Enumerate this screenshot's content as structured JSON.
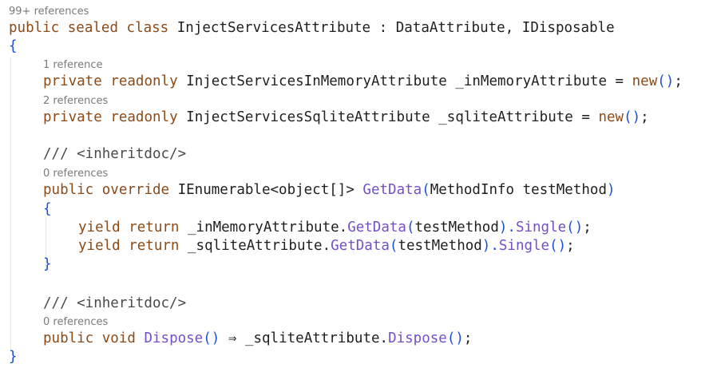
{
  "editor": {
    "codelens": [
      "99+ references",
      "1 reference",
      "2 references",
      "0 references",
      "0 references"
    ],
    "code": {
      "l1": {
        "a": "public",
        "b": "sealed",
        "c": "class",
        "d": "InjectServicesAttribute",
        "e": ":",
        "f": "DataAttribute,",
        "g": "IDisposable"
      },
      "l2": {
        "brace": "{"
      },
      "l3": {
        "a": "private",
        "b": "readonly",
        "c": "InjectServicesInMemoryAttribute",
        "d": "_inMemoryAttribute",
        "e": "=",
        "f": "new",
        "g": "()",
        "h": ";"
      },
      "l4": {
        "a": "private",
        "b": "readonly",
        "c": "InjectServicesSqliteAttribute",
        "d": "_sqliteAttribute",
        "e": "=",
        "f": "new",
        "g": "()",
        "h": ";"
      },
      "l5": {
        "comment": "/// <inheritdoc/>"
      },
      "l6": {
        "a": "public",
        "b": "override",
        "c": "IEnumerable<object[]>",
        "d": "GetData",
        "e": "(",
        "f": "MethodInfo testMethod",
        "g": ")"
      },
      "l7": {
        "brace": "{"
      },
      "l8": {
        "a": "yield",
        "b": "return",
        "c": "_inMemoryAttribute.",
        "d": "GetData",
        "e": "(",
        "f": "testMethod",
        "g": ").",
        "h": "Single",
        "i": "()",
        "j": ";"
      },
      "l9": {
        "a": "yield",
        "b": "return",
        "c": "_sqliteAttribute.",
        "d": "GetData",
        "e": "(",
        "f": "testMethod",
        "g": ").",
        "h": "Single",
        "i": "()",
        "j": ";"
      },
      "l10": {
        "brace": "}"
      },
      "l11": {
        "comment": "/// <inheritdoc/>"
      },
      "l12": {
        "a": "public",
        "b": "void",
        "c": "Dispose",
        "d": "()",
        "e": "⇒",
        "f": "_sqliteAttribute.",
        "g": "Dispose",
        "h": "()",
        "i": ";"
      },
      "l13": {
        "brace": "}"
      }
    },
    "colors": {
      "keyword": "#8b4a18",
      "method": "#7450c8",
      "brace": "#1c4fd6",
      "codelens": "#7a7a7a"
    }
  }
}
